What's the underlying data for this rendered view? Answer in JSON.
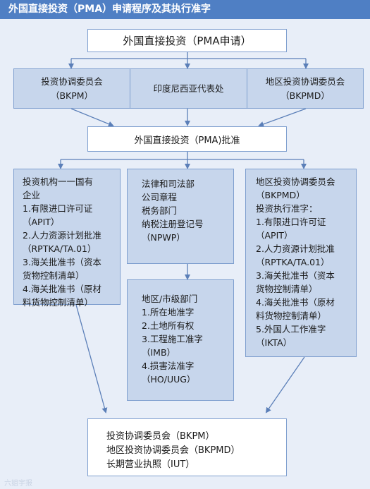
{
  "title": "外国直接投资（PMA）申请程序及其执行准字",
  "top_box": "外国直接投资（PMA申请）",
  "row2": {
    "bkpm": [
      "投资协调委员会",
      "（BKPM）"
    ],
    "embassy": "印度尼西亚代表处",
    "bkpmd": [
      "地区投资协调委员会",
      "（BKPMD）"
    ]
  },
  "approval_box": "外国直接投资（PMA)批准",
  "left_col": [
    "投资机构一一国有",
    "企业",
    "1.有限进口许可证",
    "（APIT）",
    "2.人力资源计划批准",
    "（RPTKA/TA.01）",
    "3.海关批准书（资本",
    "货物控制清单）",
    "4.海关批准书（原材",
    "料货物控制清单）"
  ],
  "mid_top": [
    "法律和司法部",
    "公司章程",
    "税务部门",
    "纳税注册登记号",
    "（NPWP）"
  ],
  "mid_bottom": [
    "地区/市级部门",
    "1.所在地准字",
    "2.土地所有权",
    "3.工程施工准字",
    "（IMB）",
    "4.损害法准字",
    "（HO/UUG）"
  ],
  "right_col": [
    "地区投资协调委员会",
    "（BKPMD）",
    "投资执行准字：",
    "1.有限进口许可证",
    "（APIT）",
    "2.人力资源计划批准",
    "（RPTKA/TA.01）",
    "3.海关批准书（资本",
    "货物控制清单）",
    "4.海关批准书（原材",
    "料货物控制清单）",
    "5.外国人工作准字",
    "（IKTA）"
  ],
  "bottom_box": [
    "投资协调委员会（BKPM）",
    "地区投资协调委员会（BKPMD）",
    "长期营业执照（IUT）"
  ],
  "watermark": "六姐宇报",
  "colors": {
    "title_bg": "#4f7fc4",
    "page_bg": "#e8eef8",
    "box_blue": "#c7d6ec",
    "box_white": "#ffffff",
    "arrow": "#5b7fb8"
  }
}
